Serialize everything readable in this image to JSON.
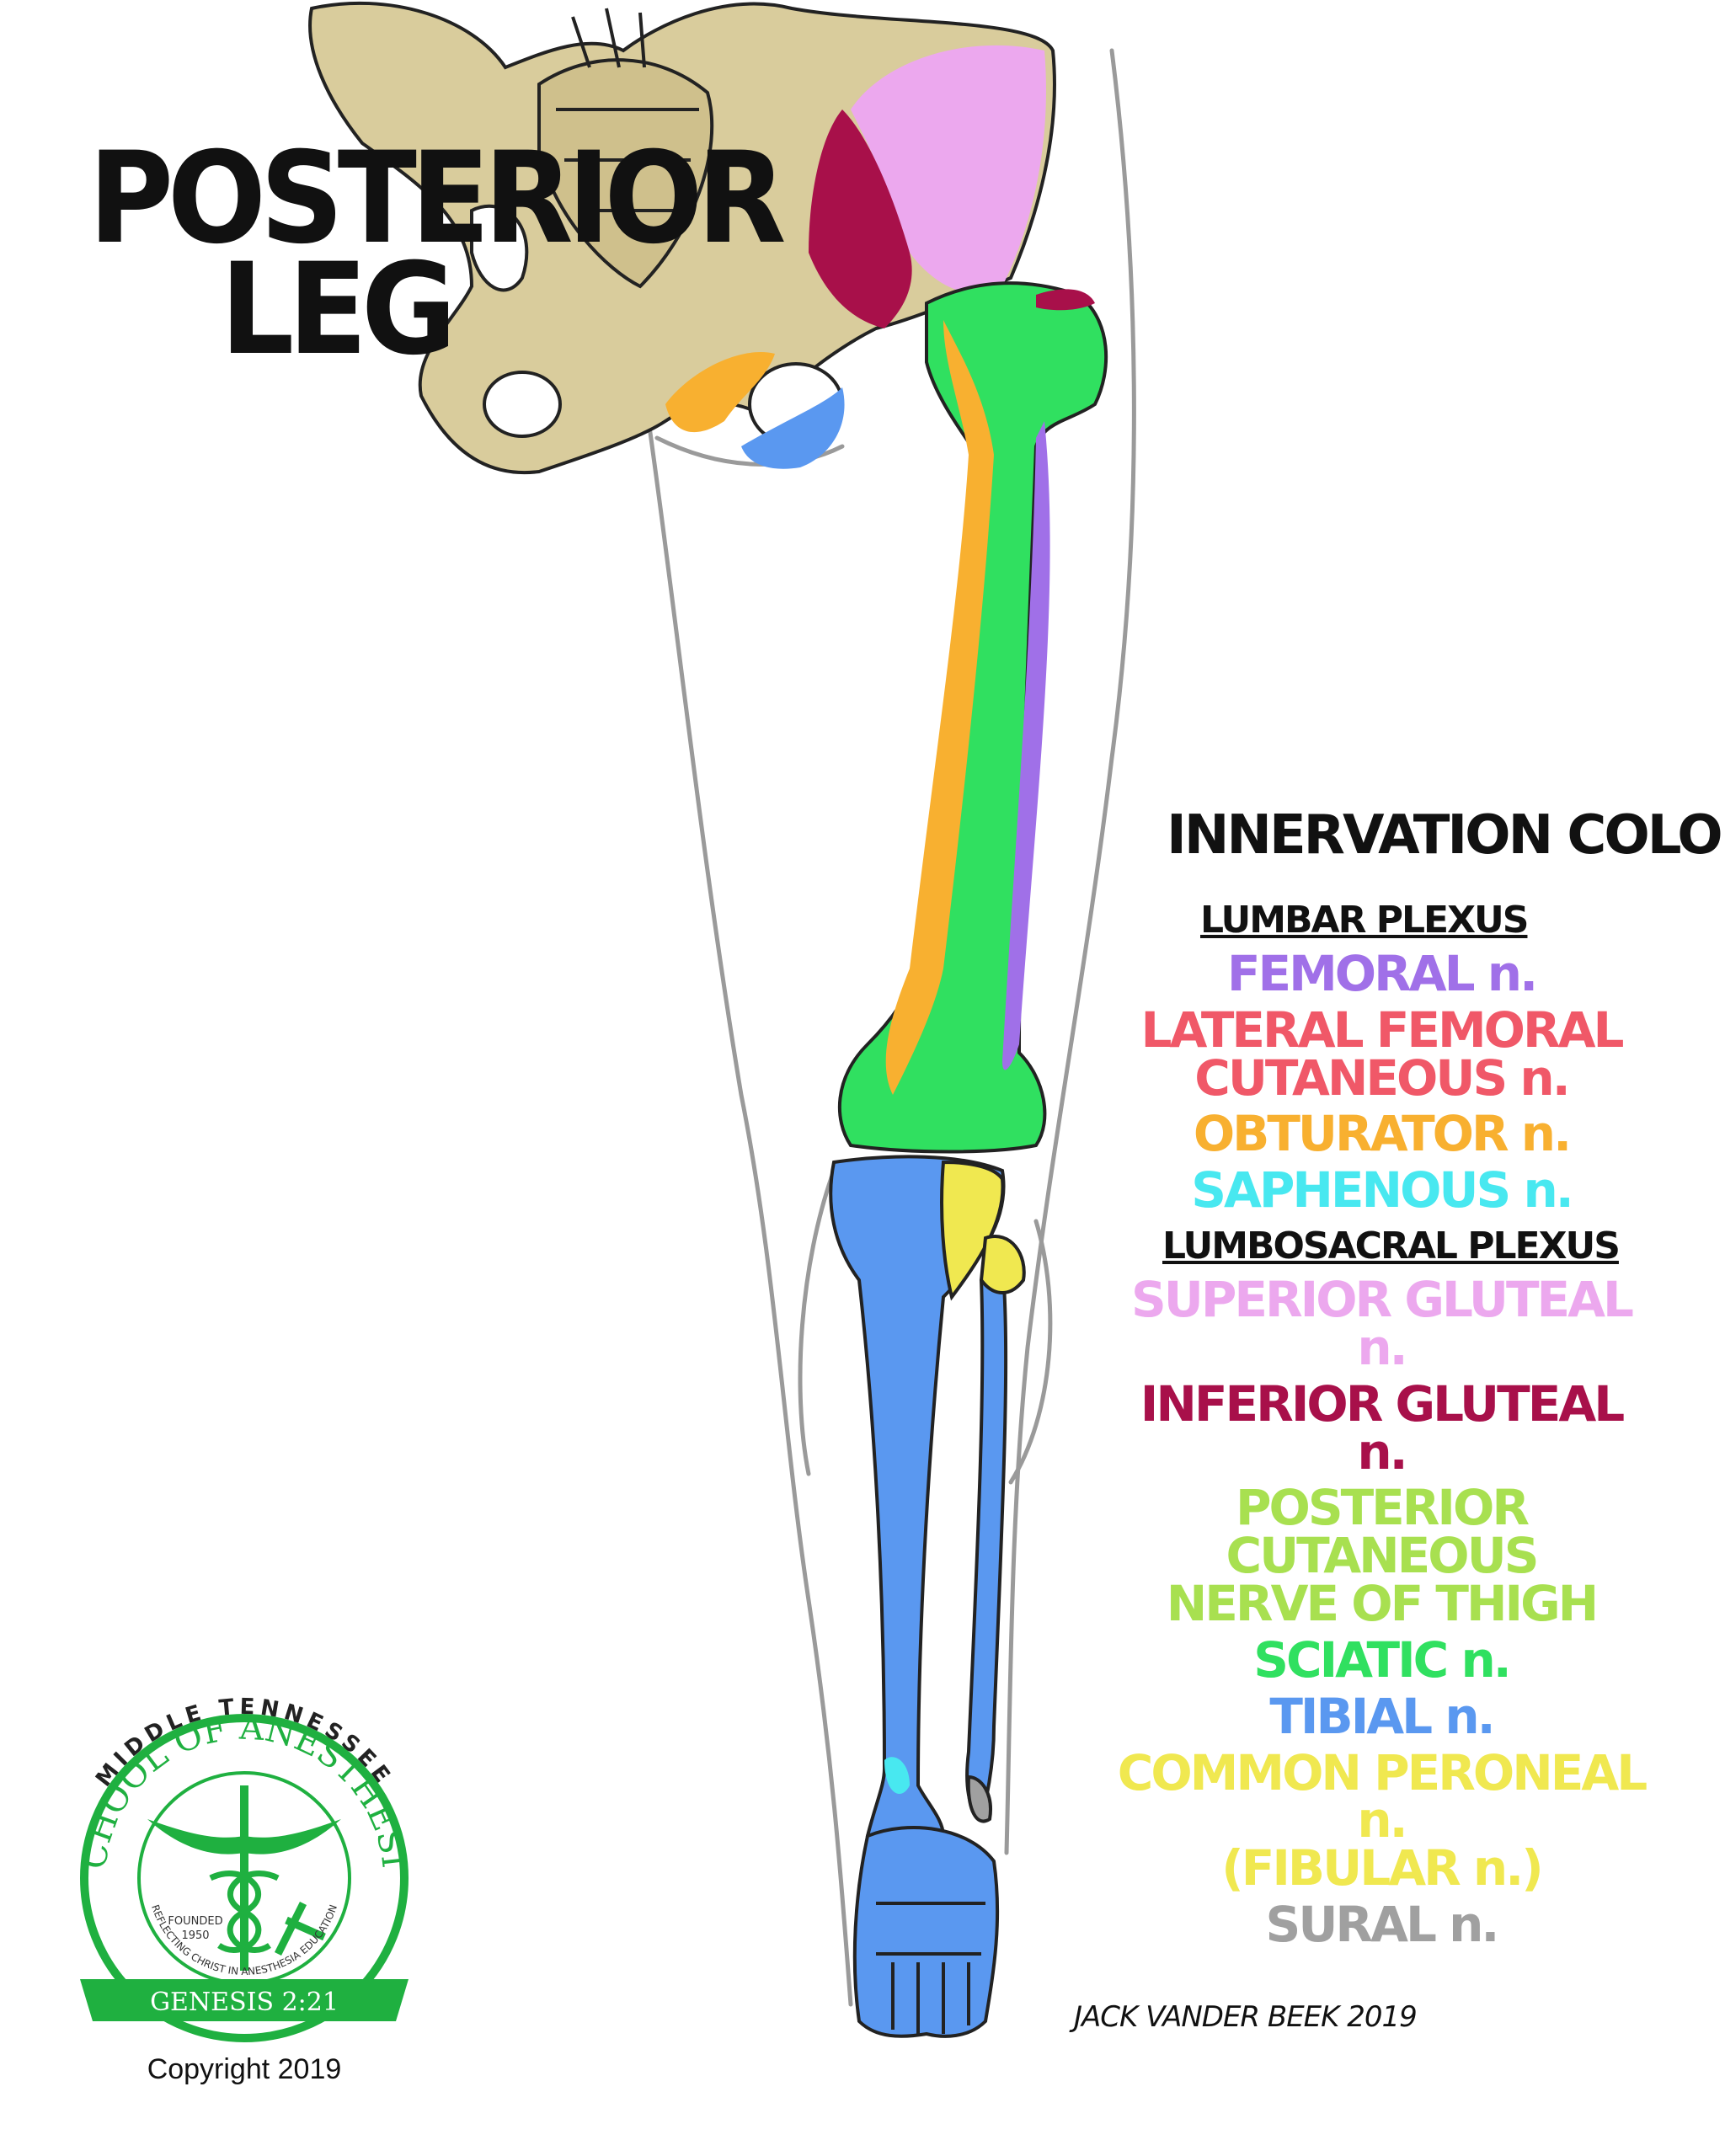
{
  "title": {
    "line1": "POSTERIOR",
    "line2": "LEG"
  },
  "legend": {
    "heading": "INNERVATION COLORS",
    "groups": [
      {
        "heading": "LUMBAR PLEXUS",
        "items": [
          {
            "label": "FEMORAL n.",
            "color": "#a070e8"
          },
          {
            "label": "LATERAL FEMORAL\nCUTANEOUS n.",
            "color": "#f05868"
          },
          {
            "label": "OBTURATOR n.",
            "color": "#f8b030"
          },
          {
            "label": "SAPHENOUS n.",
            "color": "#48e8f0"
          }
        ]
      },
      {
        "heading": "LUMBOSACRAL PLEXUS",
        "items": [
          {
            "label": "SUPERIOR GLUTEAL n.",
            "color": "#eca8ee"
          },
          {
            "label": "INFERIOR GLUTEAL n.",
            "color": "#a8104a"
          },
          {
            "label": "POSTERIOR CUTANEOUS\nNERVE OF THIGH",
            "color": "#a8e050"
          },
          {
            "label": "SCIATIC n.",
            "color": "#30e060"
          },
          {
            "label": "TIBIAL n.",
            "color": "#5a98f0"
          },
          {
            "label": "COMMON PERONEAL n.\n(FIBULAR n.)",
            "color": "#f0e850"
          },
          {
            "label": "SURAL n.",
            "color": "#a0a0a0"
          }
        ]
      }
    ]
  },
  "logo": {
    "top_text": "MIDDLE TENNESSEE",
    "name": "SCHOOL OF ANESTHESIA",
    "founded": "FOUNDED",
    "year": "1950",
    "motto": "REFLECTING CHRIST IN ANESTHESIA EDUCATION",
    "ribbon": "GENESIS 2:21",
    "color": "#1fb040"
  },
  "signature": "JACK VANDER BEEK 2019",
  "copyright": "Copyright 2019",
  "colors": {
    "bone": "#d9cc9c",
    "outline": "#222222",
    "skin_line": "#9a9a9a"
  }
}
